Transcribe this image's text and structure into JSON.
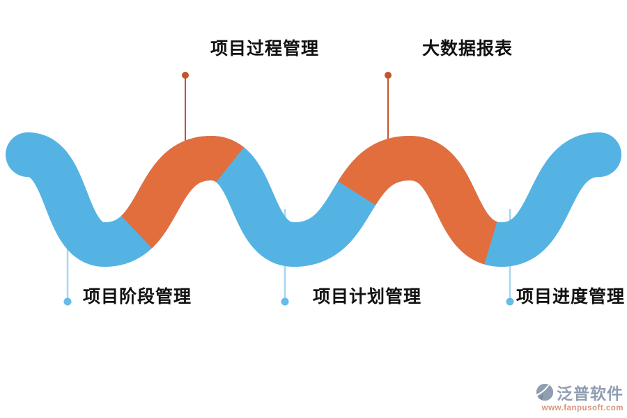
{
  "diagram": {
    "milestones": [
      {
        "label": "项目过程管理",
        "position": "top"
      },
      {
        "label": "大数据报表",
        "position": "top"
      },
      {
        "label": "项目阶段管理",
        "position": "bottom"
      },
      {
        "label": "项目计划管理",
        "position": "bottom"
      },
      {
        "label": "项目进度管理",
        "position": "bottom"
      }
    ],
    "colors": {
      "wave_blue": "#55B3E4",
      "wave_orange": "#E26E3D",
      "connector_top_line": "#C2552A",
      "connector_top_dot": "#C2552A",
      "connector_bottom_line": "#A6D6F2",
      "connector_bottom_dot": "#66BBE8",
      "label_text": "#111111"
    }
  },
  "watermark": {
    "brand": "泛普软件",
    "url": "www.fanpusoft.com",
    "brand_color": "#8B99AD",
    "url_color": "#D78F75"
  }
}
